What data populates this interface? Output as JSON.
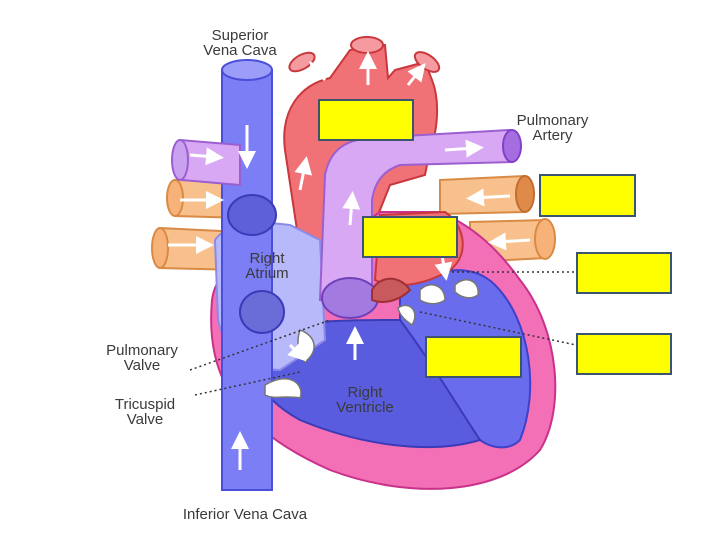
{
  "labels": {
    "superior_vena_cava": [
      "Superior",
      "Vena Cava"
    ],
    "pulmonary_artery": [
      "Pulmonary",
      "Artery"
    ],
    "right_atrium": [
      "Right",
      "Atrium"
    ],
    "pulmonary_valve": [
      "Pulmonary",
      "Valve"
    ],
    "tricuspid_valve": [
      "Tricuspid",
      "Valve"
    ],
    "right_ventricle": [
      "Right",
      "Ventricle"
    ],
    "inferior_vena_cava": "Inferior Vena Cava"
  },
  "answer_boxes": [
    "",
    "",
    "",
    "",
    "",
    ""
  ],
  "colors": {
    "vein_blue": "#7b7ef5",
    "chamber_blue": "#6a6cee",
    "atrium_light": "#b8b9fb",
    "pulmonary_lilac": "#d9a8f5",
    "aorta_red": "#f07276",
    "heart_wall_pink": "#f36fb6",
    "pulmonary_vein_orange": "#f8c08d",
    "label_box_yellow": "#ffff00"
  }
}
